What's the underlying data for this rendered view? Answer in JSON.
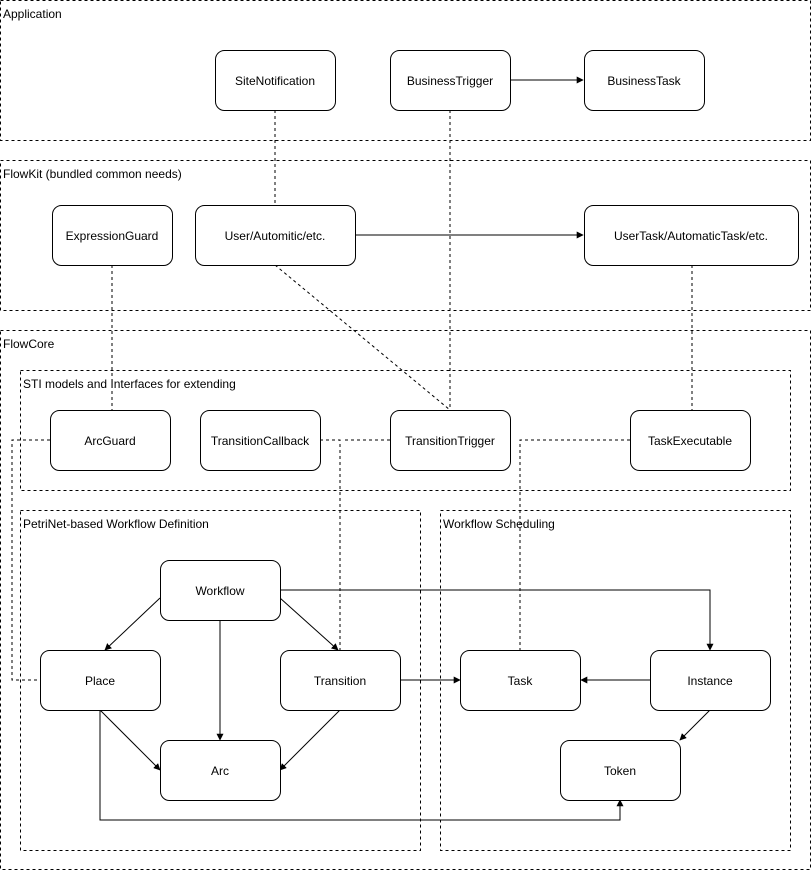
{
  "groups": {
    "application": "Application",
    "flowkit": "FlowKit (bundled common needs)",
    "flowcore": "FlowCore",
    "sti": "STI models and Interfaces for extending",
    "petrinet": "PetriNet-based Workflow Definition",
    "scheduling": "Workflow Scheduling"
  },
  "nodes": {
    "site_notification": "SiteNotification",
    "business_trigger": "BusinessTrigger",
    "business_task": "BusinessTask",
    "expression_guard": "ExpressionGuard",
    "user_automatic": "User/Automitic/etc.",
    "user_task": "UserTask/AutomaticTask/etc.",
    "arc_guard": "ArcGuard",
    "transition_callback": "TransitionCallback",
    "transition_trigger": "TransitionTrigger",
    "task_executable": "TaskExecutable",
    "workflow": "Workflow",
    "place": "Place",
    "transition": "Transition",
    "arc": "Arc",
    "task": "Task",
    "instance": "Instance",
    "token": "Token"
  }
}
